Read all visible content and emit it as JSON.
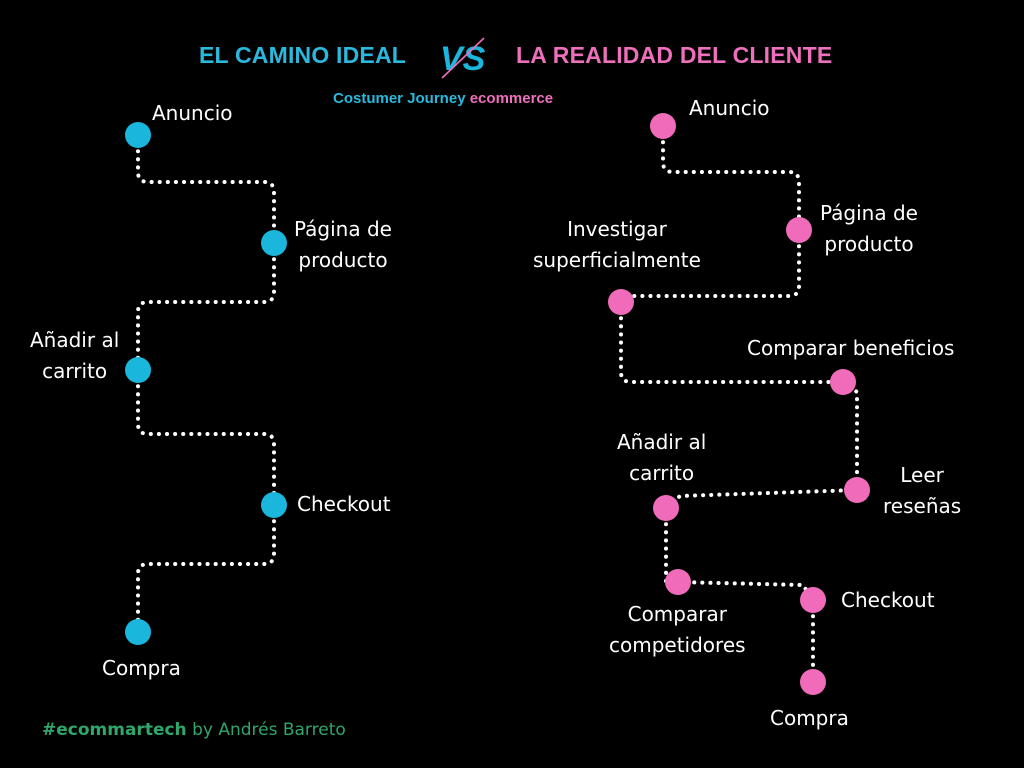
{
  "header": {
    "title_left": "EL CAMINO IDEAL",
    "vs_label": "VS",
    "title_right": "LA REALIDAD DEL CLIENTE",
    "subtitle_part1": "Costumer Journey",
    "subtitle_part2": "ecommerce"
  },
  "ideal_path": {
    "color": "#1ab6dc",
    "steps": [
      {
        "label_lines": [
          "Anuncio"
        ]
      },
      {
        "label_lines": [
          "Página de",
          "producto"
        ]
      },
      {
        "label_lines": [
          "Añadir al",
          "carrito"
        ]
      },
      {
        "label_lines": [
          "Checkout"
        ]
      },
      {
        "label_lines": [
          "Compra"
        ]
      }
    ]
  },
  "real_path": {
    "color": "#f06cba",
    "steps": [
      {
        "label_lines": [
          "Anuncio"
        ]
      },
      {
        "label_lines": [
          "Página de",
          "producto"
        ]
      },
      {
        "label_lines": [
          "Investigar",
          "superficialmente"
        ]
      },
      {
        "label_lines": [
          "Comparar beneficios"
        ]
      },
      {
        "label_lines": [
          "Leer",
          "reseñas"
        ]
      },
      {
        "label_lines": [
          "Añadir al",
          "carrito"
        ]
      },
      {
        "label_lines": [
          "Comparar",
          "competidores"
        ]
      },
      {
        "label_lines": [
          "Checkout"
        ]
      },
      {
        "label_lines": [
          "Compra"
        ]
      }
    ]
  },
  "footer": {
    "hashtag": "#ecommartech",
    "byline": "by Andrés Barreto"
  },
  "colors": {
    "background": "#000000",
    "ideal_accent": "#1ab6dc",
    "real_accent": "#f06cba",
    "footer": "#2fa66a",
    "dots": "#ffffff"
  }
}
